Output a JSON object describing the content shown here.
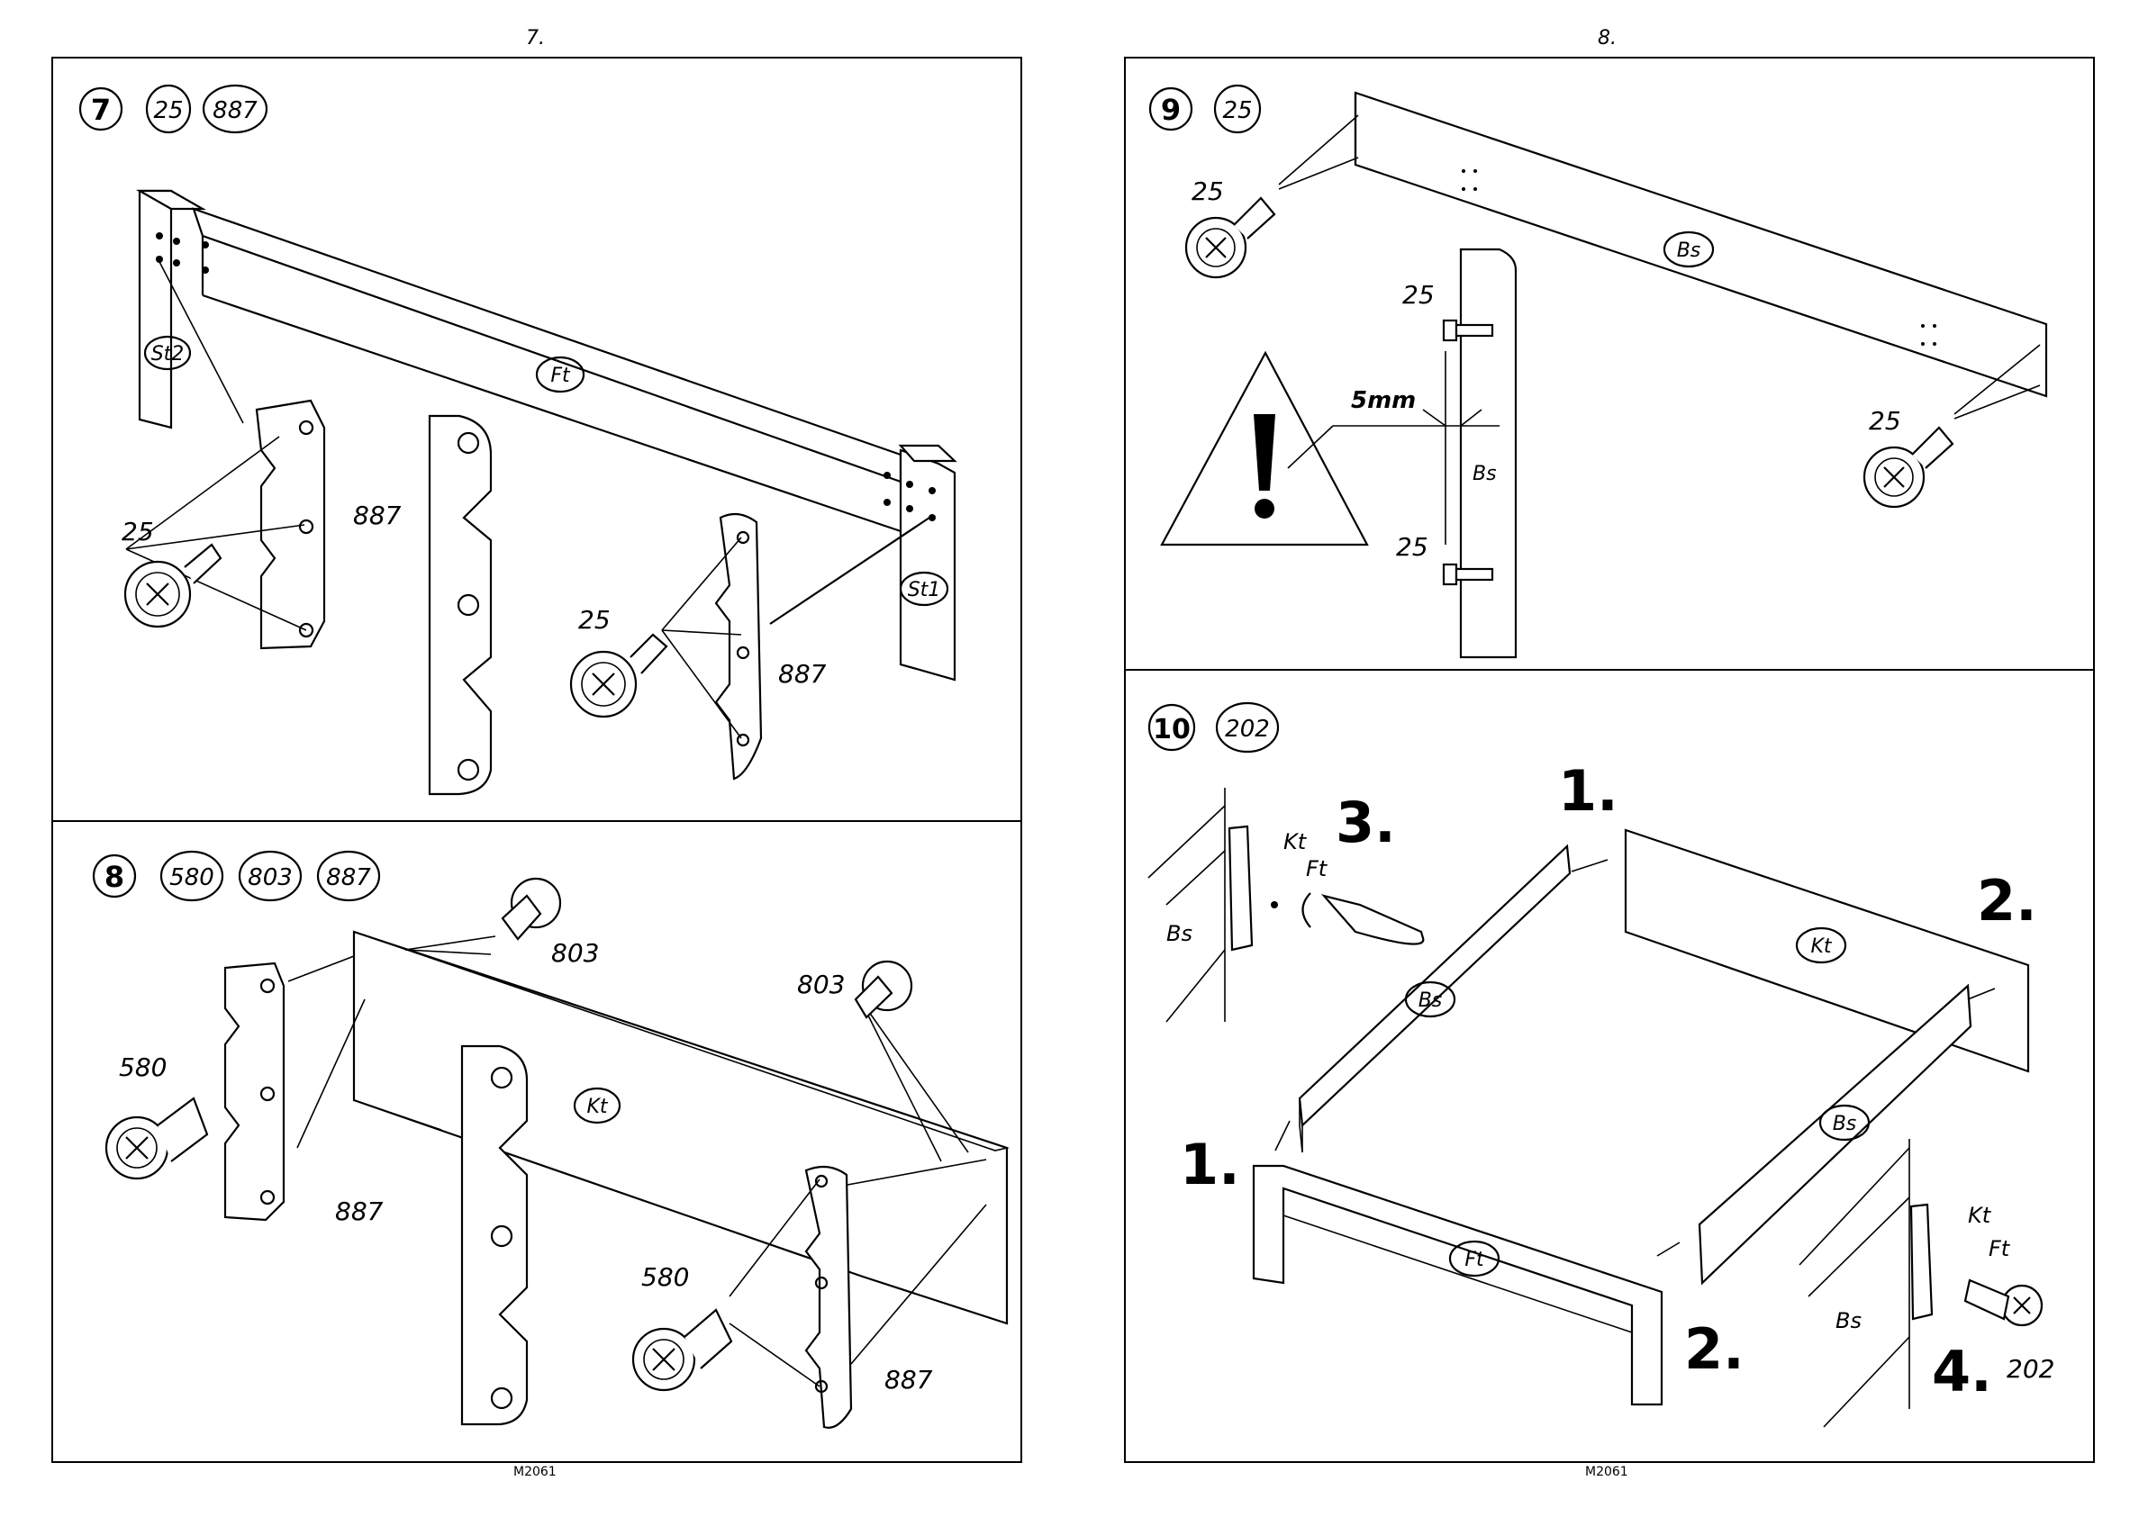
{
  "pages": {
    "left": {
      "number": "7.",
      "footer": "M2061"
    },
    "right": {
      "number": "8.",
      "footer": "M2061"
    }
  },
  "steps": [
    {
      "step": "7",
      "parts": [
        "25",
        "887"
      ]
    },
    {
      "step": "8",
      "parts": [
        "580",
        "803",
        "887"
      ]
    },
    {
      "step": "9",
      "parts": [
        "25"
      ]
    },
    {
      "step": "10",
      "parts": [
        "202"
      ]
    }
  ],
  "step7": {
    "pieces": [
      "St2",
      "Ft",
      "St1"
    ],
    "screw": "25",
    "bracket": "887"
  },
  "step8": {
    "pieces": [
      "Kt"
    ],
    "screw": "580",
    "bolt": "803",
    "bracket": "887"
  },
  "step9": {
    "pieces": [
      "Bs"
    ],
    "screw": "25",
    "warning_gap": "5mm"
  },
  "step10": {
    "pieces": [
      "Bs",
      "Kt",
      "Ft"
    ],
    "sequence": [
      "1.",
      "2.",
      "3.",
      "4."
    ],
    "screw": "202"
  }
}
